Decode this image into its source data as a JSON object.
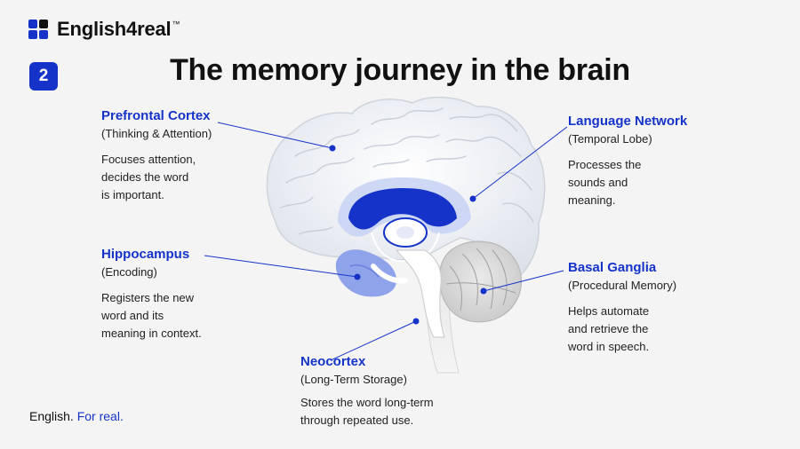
{
  "brand": {
    "name": "English4real",
    "trademark": "™",
    "primary_color": "#1533c9"
  },
  "step": "2",
  "title": "The memory journey in the brain",
  "callouts": {
    "prefrontal": {
      "heading": "Prefrontal Cortex",
      "sub": "(Thinking & Attention)",
      "desc": "Focuses attention,\ndecides the word\nis important."
    },
    "hippocampus": {
      "heading": "Hippocampus",
      "sub": "(Encoding)",
      "desc": "Registers the new\nword and its\nmeaning in context."
    },
    "neocortex": {
      "heading": "Neocortex",
      "sub": "(Long-Term Storage)",
      "desc": "Stores the word long-term\nthrough repeated use."
    },
    "language": {
      "heading": "Language Network",
      "sub": "(Temporal Lobe)",
      "desc": "Processes the\nsounds and\nmeaning."
    },
    "basal": {
      "heading": "Basal Ganglia",
      "sub": "(Procedural Memory)",
      "desc": "Helps automate\nand retrieve the\nword in speech."
    }
  },
  "footer": {
    "text": "English.",
    "accent": "For real."
  }
}
